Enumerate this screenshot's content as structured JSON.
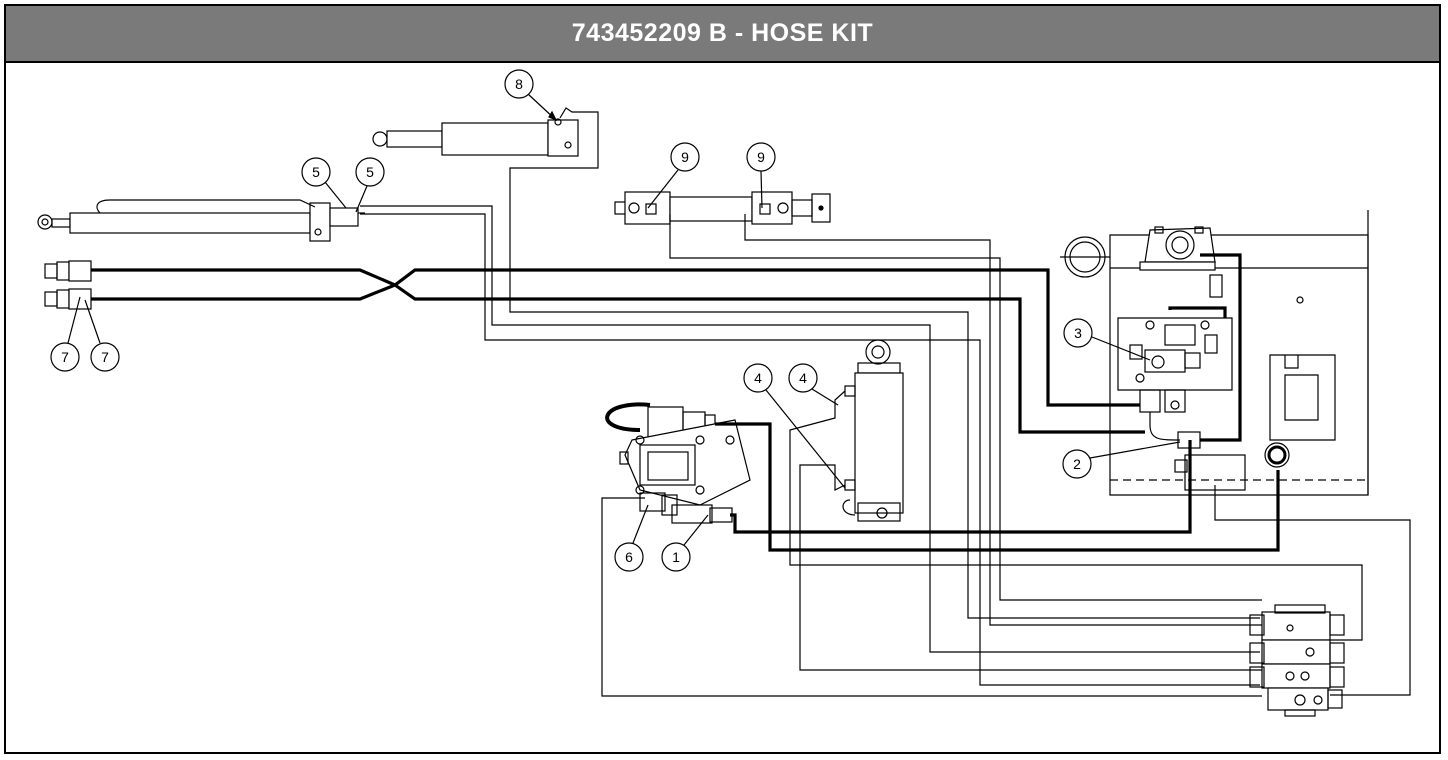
{
  "header": {
    "title": "743452209 B - HOSE KIT"
  },
  "callouts": [
    {
      "id": "c1",
      "label": "1"
    },
    {
      "id": "c2",
      "label": "2"
    },
    {
      "id": "c3",
      "label": "3"
    },
    {
      "id": "c4a",
      "label": "4"
    },
    {
      "id": "c4b",
      "label": "4"
    },
    {
      "id": "c5a",
      "label": "5"
    },
    {
      "id": "c5b",
      "label": "5"
    },
    {
      "id": "c6",
      "label": "6"
    },
    {
      "id": "c7a",
      "label": "7"
    },
    {
      "id": "c7b",
      "label": "7"
    },
    {
      "id": "c8",
      "label": "8"
    },
    {
      "id": "c9a",
      "label": "9"
    },
    {
      "id": "c9b",
      "label": "9"
    }
  ],
  "colors": {
    "header_bg": "#7a7a7a",
    "line": "#000000",
    "background": "#ffffff"
  }
}
